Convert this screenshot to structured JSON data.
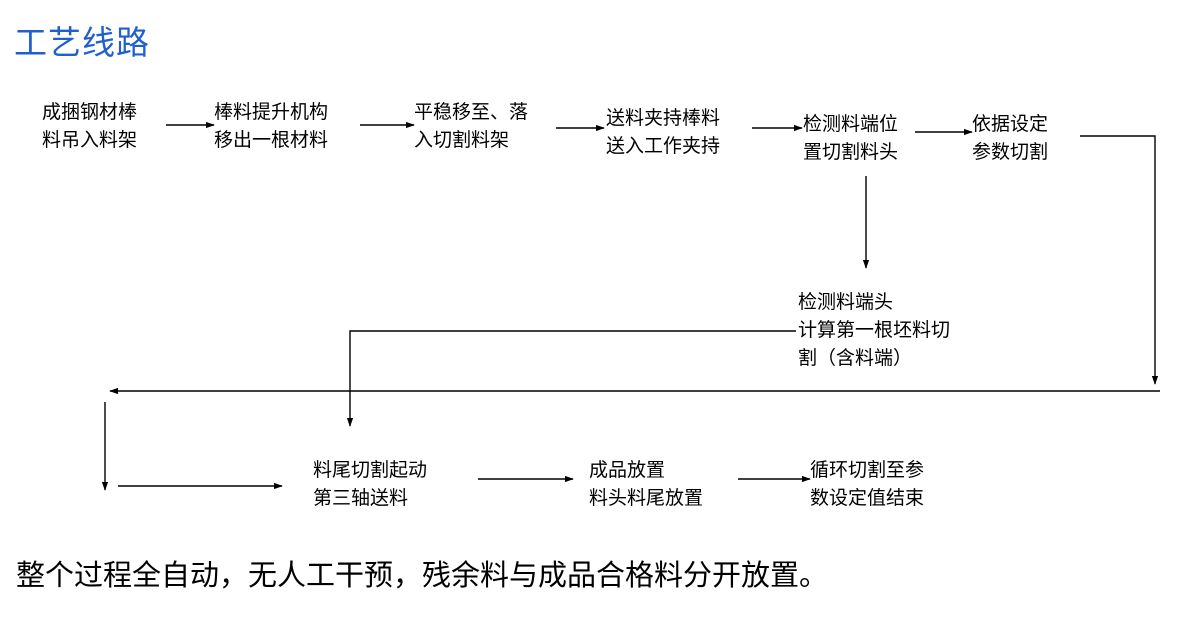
{
  "title": "工艺线路",
  "nodes": [
    {
      "line1": "成捆钢材棒",
      "line2": "料吊入料架"
    },
    {
      "line1": "棒料提升机构",
      "line2": "移出一根材料"
    },
    {
      "line1": "平稳移至、落",
      "line2": "入切割料架"
    },
    {
      "line1": "送料夹持棒料",
      "line2": "送入工作夹持"
    },
    {
      "line1": "检测料端位",
      "line2": "置切割料头"
    },
    {
      "line1": "依据设定",
      "line2": "参数切割"
    },
    {
      "line1": "检测料端头",
      "line2": "计算第一根坯料切",
      "line3": "割（含料端）"
    },
    {
      "line1": "料尾切割起动",
      "line2": "第三轴送料"
    },
    {
      "line1": "成品放置",
      "line2": "料头料尾放置"
    },
    {
      "line1": "循环切割至参",
      "line2": "数设定值结束"
    }
  ],
  "footer": "整个过程全自动，无人工干预，残余料与成品合格料分开放置。"
}
